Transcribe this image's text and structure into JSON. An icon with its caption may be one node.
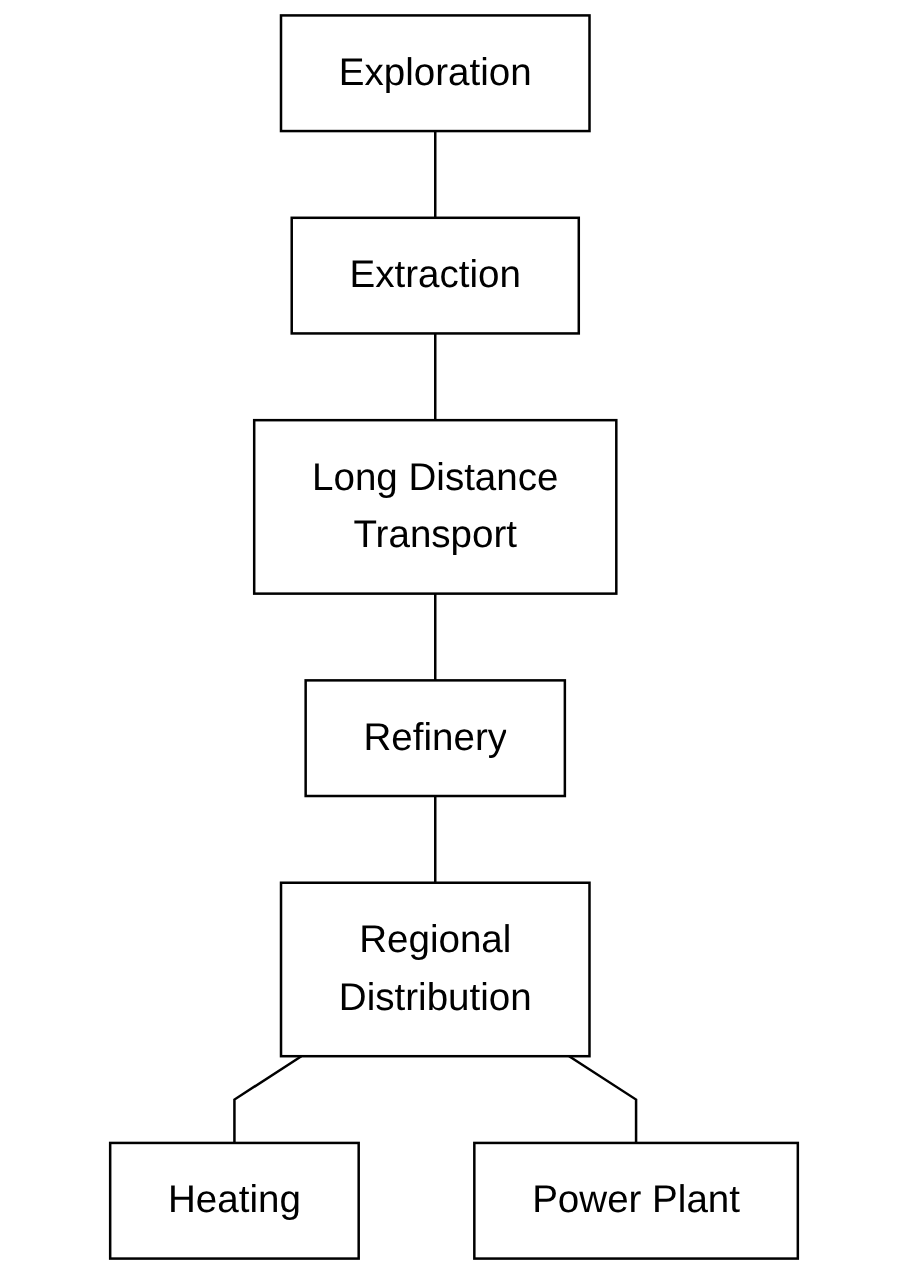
{
  "diagram": {
    "nodes": [
      {
        "text": [
          "Exploration"
        ]
      },
      {
        "text": [
          "Extraction"
        ]
      },
      {
        "text": [
          "Long Distance Transport"
        ]
      },
      {
        "text": [
          "Refinery"
        ]
      },
      {
        "text": [
          "Regional Distribution"
        ]
      },
      {
        "text": [
          "Heating"
        ]
      },
      {
        "text": [
          "Power Plant"
        ]
      }
    ],
    "edges": [
      {
        "from": 0,
        "to": 1,
        "arrow": "none"
      },
      {
        "from": 1,
        "to": 2,
        "arrow": "none"
      },
      {
        "from": 2,
        "to": 3,
        "arrow": "none"
      },
      {
        "from": 3,
        "to": 4,
        "arrow": "none"
      },
      {
        "from": 4,
        "to": 5,
        "arrow": "none"
      },
      {
        "from": 4,
        "to": 6,
        "arrow": "none"
      }
    ]
  }
}
